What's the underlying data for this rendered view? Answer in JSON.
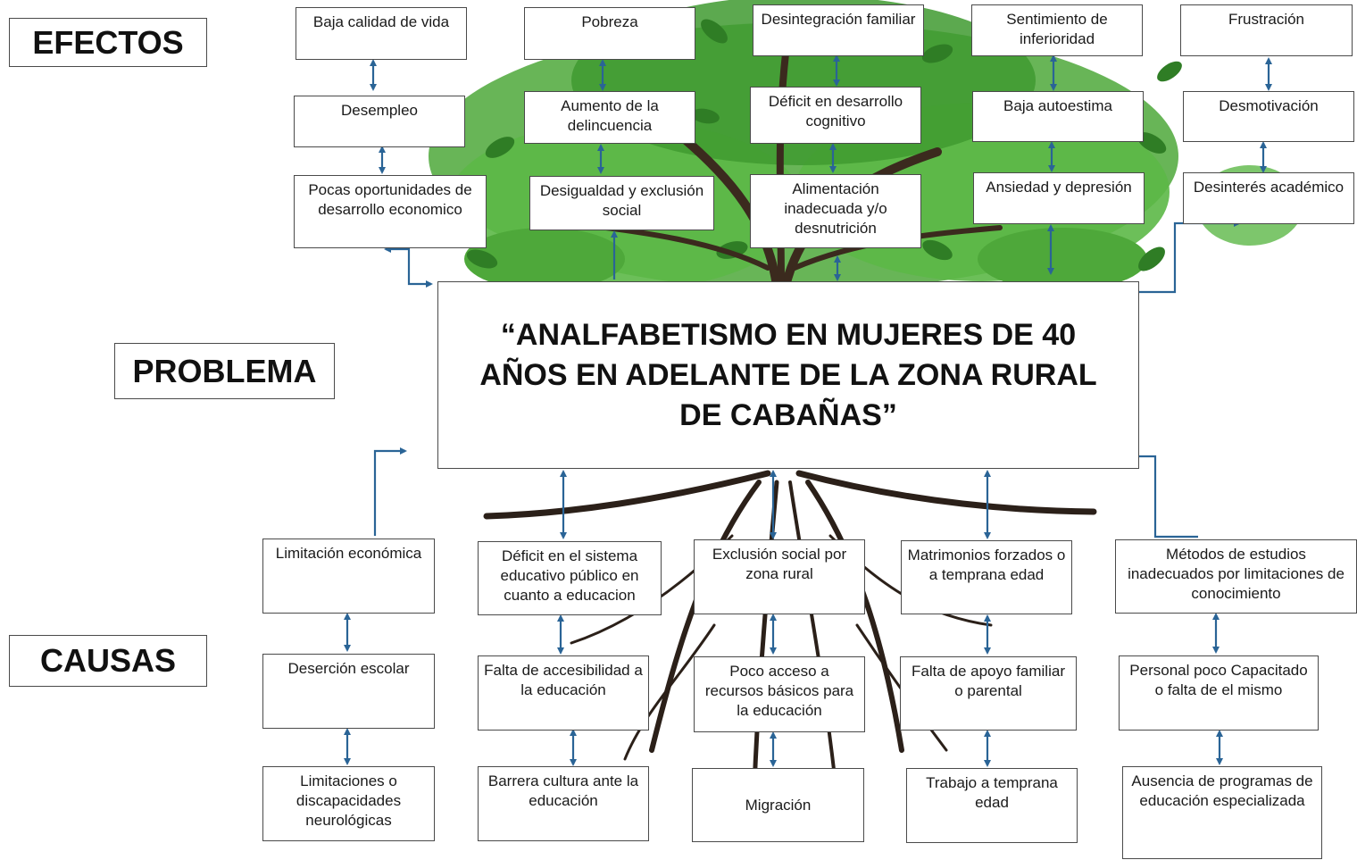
{
  "sections": {
    "effects": "EFECTOS",
    "problem": "PROBLEMA",
    "causes": "CAUSAS"
  },
  "problem_text": "“ANALFABETISMO EN MUJERES DE 40 AÑOS EN ADELANTE DE LA ZONA RURAL DE CABAÑAS”",
  "effects": [
    [
      "Baja calidad de vida",
      "Desempleo",
      "Pocas oportunidades de desarrollo economico"
    ],
    [
      "Pobreza",
      "Aumento de la delincuencia",
      "Desigualdad y exclusión social"
    ],
    [
      "Desintegración familiar",
      "Déficit en desarrollo cognitivo",
      "Alimentación inadecuada y/o desnutrición"
    ],
    [
      "Sentimiento de inferioridad",
      "Baja autoestima",
      "Ansiedad y depresión"
    ],
    [
      "Frustración",
      "Desmotivación",
      "Desinterés académico"
    ]
  ],
  "causes": [
    [
      "Limitación económica",
      "Deserción escolar",
      "Limitaciones o discapacidades neurológicas"
    ],
    [
      "Déficit en el sistema educativo público en cuanto a educacion",
      "Falta de accesibilidad a la educación",
      "Barrera cultura ante la educación"
    ],
    [
      "Exclusión social por zona rural",
      "Poco acceso a recursos básicos para la educación",
      "Migración"
    ],
    [
      "Matrimonios forzados o a temprana edad",
      "Falta de apoyo familiar o parental",
      "Trabajo a temprana edad"
    ],
    [
      "Métodos de estudios inadecuados por limitaciones de conocimiento",
      "Personal poco Capacitado o falta de el mismo",
      "Ausencia de programas de educación especializada"
    ]
  ],
  "colors": {
    "arrow": "#2a6496",
    "leaf": "#4ea83a",
    "leaf_dark": "#2f7d25",
    "trunk": "#3b2a1e",
    "root": "#2b2019"
  }
}
